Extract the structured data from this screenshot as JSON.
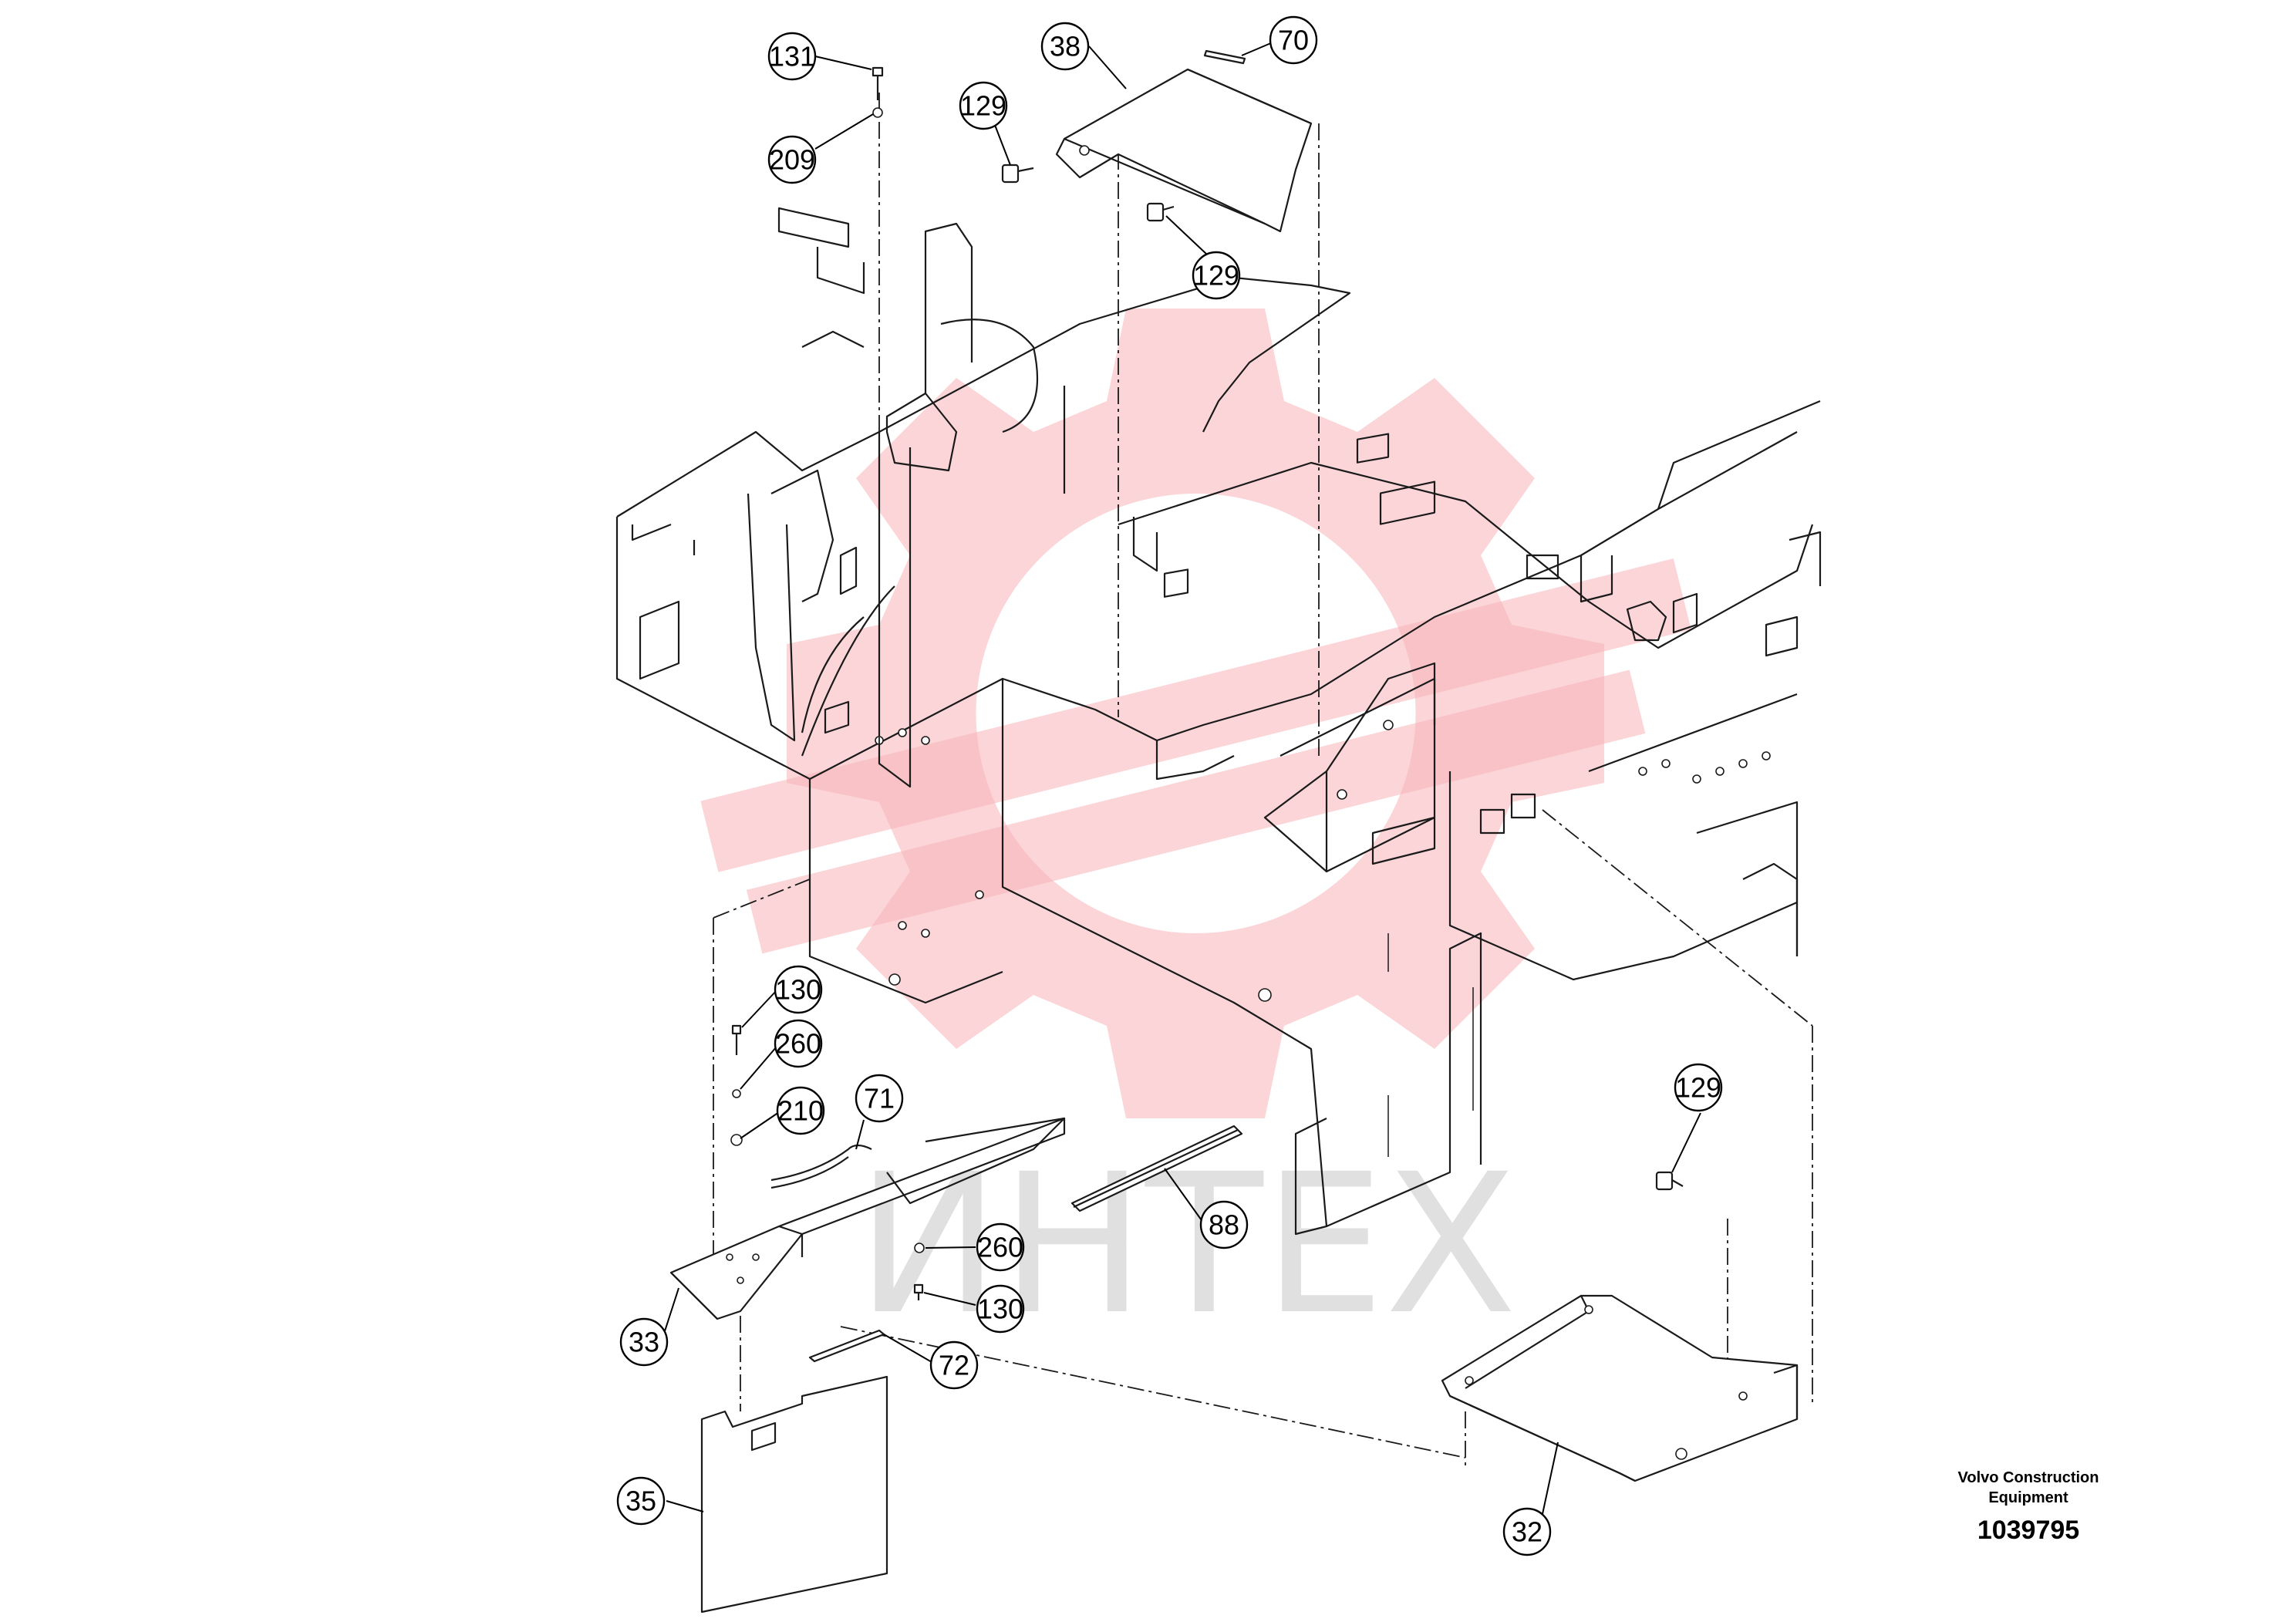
{
  "watermark": {
    "text": "ИНТЕХ",
    "gear_color": "#f7b3b8",
    "text_color": "#c8c8c8"
  },
  "callouts": [
    {
      "id": "c131",
      "label": "131"
    },
    {
      "id": "c209",
      "label": "209"
    },
    {
      "id": "c38",
      "label": "38"
    },
    {
      "id": "c70",
      "label": "70"
    },
    {
      "id": "c129a",
      "label": "129"
    },
    {
      "id": "c129b",
      "label": "129"
    },
    {
      "id": "c130a",
      "label": "130"
    },
    {
      "id": "c260a",
      "label": "260"
    },
    {
      "id": "c210",
      "label": "210"
    },
    {
      "id": "c71",
      "label": "71"
    },
    {
      "id": "c88",
      "label": "88"
    },
    {
      "id": "c260b",
      "label": "260"
    },
    {
      "id": "c130b",
      "label": "130"
    },
    {
      "id": "c33",
      "label": "33"
    },
    {
      "id": "c72",
      "label": "72"
    },
    {
      "id": "c35",
      "label": "35"
    },
    {
      "id": "c129c",
      "label": "129"
    },
    {
      "id": "c32",
      "label": "32"
    }
  ],
  "brand": {
    "line1": "Volvo Construction",
    "line2": "Equipment",
    "diagram_number": "1039795"
  }
}
